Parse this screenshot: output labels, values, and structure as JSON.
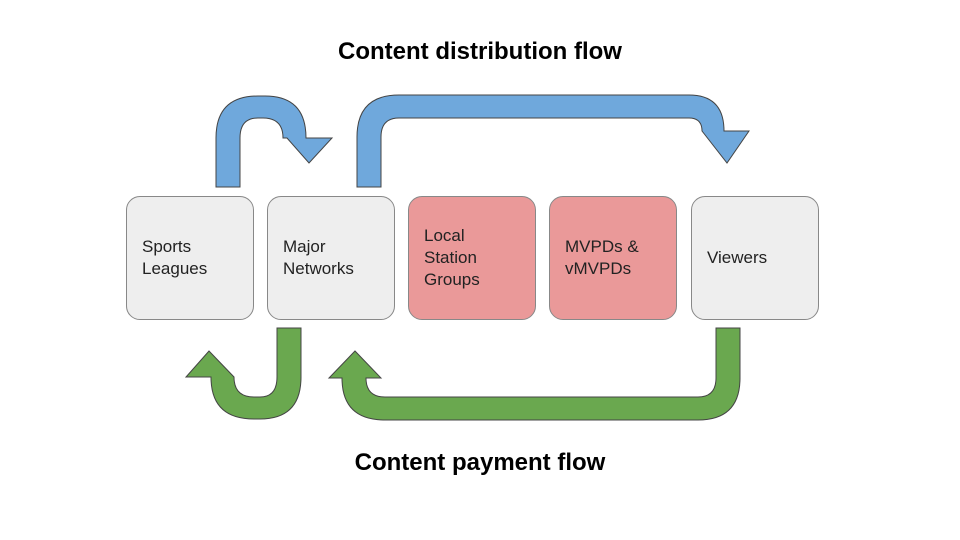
{
  "titles": {
    "distribution": "Content distribution flow",
    "payment": "Content payment flow"
  },
  "nodes": [
    {
      "id": "sports-leagues",
      "label": "Sports Leagues",
      "category": "grey"
    },
    {
      "id": "major-networks",
      "label": "Major Networks",
      "category": "grey"
    },
    {
      "id": "local-station-groups",
      "label": "Local Station Groups",
      "category": "red"
    },
    {
      "id": "mvpds",
      "label": "MVPDs & vMVPDs",
      "category": "red"
    },
    {
      "id": "viewers",
      "label": "Viewers",
      "category": "grey"
    }
  ],
  "edges": [
    {
      "flow": "distribution",
      "from": "sports-leagues",
      "to": "major-networks"
    },
    {
      "flow": "distribution",
      "from": "major-networks",
      "to": "viewers"
    },
    {
      "flow": "payment",
      "from": "major-networks",
      "to": "sports-leagues"
    },
    {
      "flow": "payment",
      "from": "viewers",
      "to": "major-networks"
    }
  ],
  "colors": {
    "distribution_arrow": "#6fa8dc",
    "payment_arrow": "#6aa84f",
    "box_grey": "#eeeeee",
    "box_red": "#ea9999",
    "outline": "#444444"
  }
}
